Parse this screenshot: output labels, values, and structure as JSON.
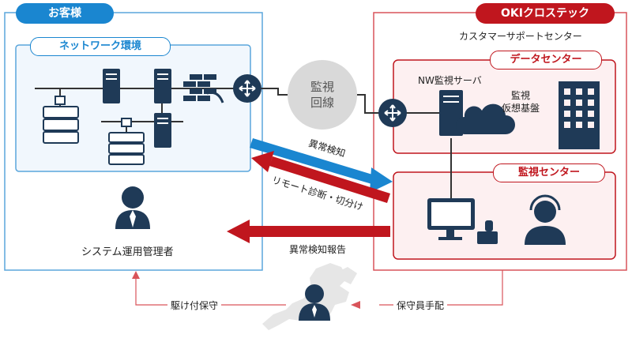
{
  "customer": {
    "title": "お客様",
    "network_title": "ネットワーク環境",
    "admin_label": "システム運用管理者"
  },
  "oki": {
    "title": "OKIクロステック",
    "center_label": "カスタマーサポートセンター",
    "datacenter_title": "データセンター",
    "nw_server_label": "NW監視サーバ",
    "virtual_platform_label": "監視\n仮想基盤",
    "monitor_center_title": "監視センター"
  },
  "monitoring_line": "監視\n回線",
  "arrows": {
    "anomaly_detection": "異常検知",
    "remote_diagnosis": "リモート診断・切分け",
    "anomaly_report": "異常検知報告"
  },
  "bottom": {
    "onsite_maintenance": "駆け付保守",
    "technician_dispatch": "保守員手配"
  },
  "colors": {
    "blue": "#1a86d0",
    "red": "#c0161e",
    "navy": "#1f3a57",
    "grey_circle": "#d9d9d9"
  }
}
